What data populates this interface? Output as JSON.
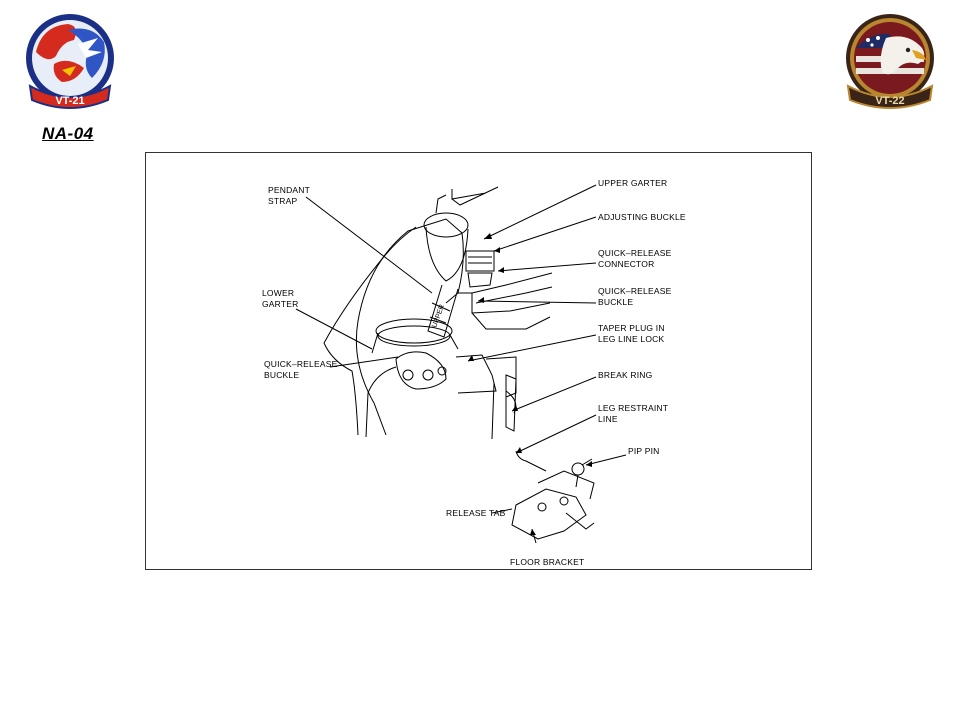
{
  "logos": {
    "left_text": "VT-21",
    "right_text": "VT-22"
  },
  "slide_code": "NA-04",
  "diagram": {
    "labels": {
      "pendant_strap": [
        "PENDANT",
        "STRAP"
      ],
      "lower_garter": [
        "LOWER",
        "GARTER"
      ],
      "quick_release_buckle_left": [
        "QUICK–RELEASE",
        "BUCKLE"
      ],
      "upper_garter": [
        "UPPER GARTER"
      ],
      "adjusting_buckle": [
        "ADJUSTING BUCKLE"
      ],
      "quick_release_connector": [
        "QUICK–RELEASE",
        "CONNECTOR"
      ],
      "quick_release_buckle_right": [
        "QUICK–RELEASE",
        "BUCKLE"
      ],
      "taper_plug": [
        "TAPER PLUG IN",
        "LEG LINE LOCK"
      ],
      "break_ring": [
        "BREAK RING"
      ],
      "leg_restraint_line": [
        "LEG RESTRAINT",
        "LINE"
      ],
      "pip_pin": [
        "PIP PIN"
      ],
      "release_tab": [
        "RELEASE TAB"
      ],
      "floor_bracket": [
        "FLOOR BRACKET"
      ]
    }
  }
}
